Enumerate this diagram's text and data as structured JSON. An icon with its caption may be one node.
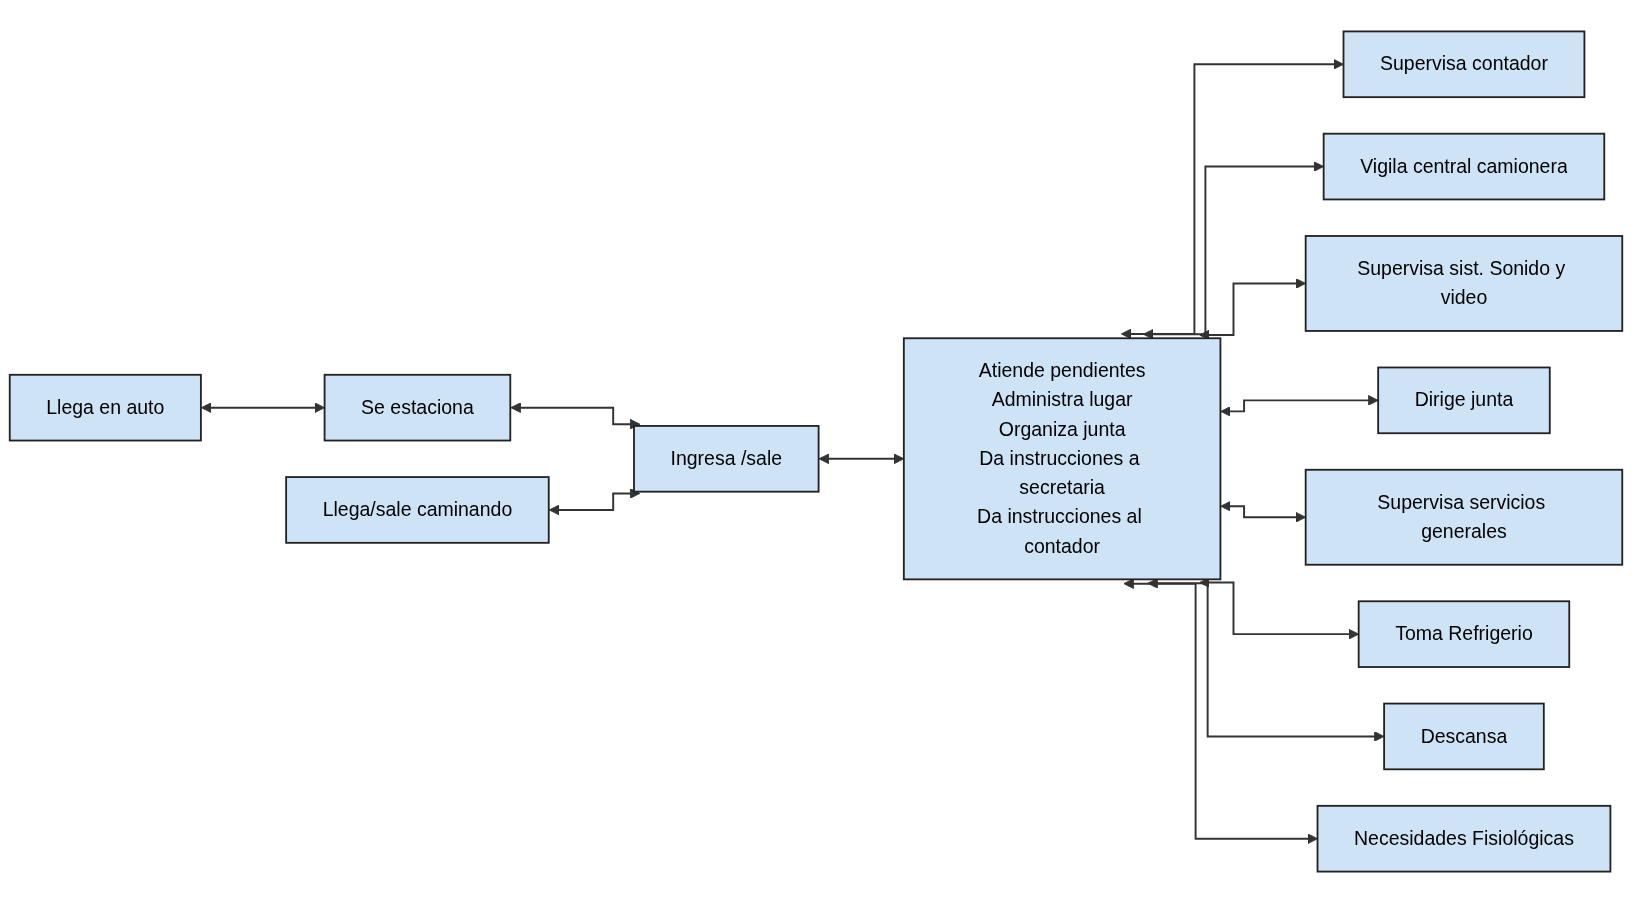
{
  "diagram": {
    "nodes": [
      {
        "text": [
          "Llega en auto"
        ]
      },
      {
        "text": [
          "Se estaciona"
        ]
      },
      {
        "text": [
          "Llega/sale caminando"
        ]
      },
      {
        "text": [
          "Ingresa /sale"
        ]
      },
      {
        "text": [
          "Atiende pendientes",
          "Administra lugar",
          "Organiza junta",
          "Da instrucciones a secretaria",
          "Da instrucciones al contador"
        ]
      },
      {
        "text": [
          "Supervisa contador"
        ]
      },
      {
        "text": [
          "Vigila central camionera"
        ]
      },
      {
        "text": [
          "Supervisa sist. Sonido y video"
        ]
      },
      {
        "text": [
          "Dirige junta"
        ]
      },
      {
        "text": [
          "Supervisa servicios generales"
        ]
      },
      {
        "text": [
          "Toma Refrigerio"
        ]
      },
      {
        "text": [
          "Descansa"
        ]
      },
      {
        "text": [
          "Necesidades Fisiológicas"
        ]
      }
    ],
    "edges": [
      {
        "from": 0,
        "to": 1,
        "arrow": "both"
      },
      {
        "from": 1,
        "to": 3,
        "arrow": "both"
      },
      {
        "from": 2,
        "to": 3,
        "arrow": "both"
      },
      {
        "from": 3,
        "to": 4,
        "arrow": "both"
      },
      {
        "from": 4,
        "to": 5,
        "arrow": "both"
      },
      {
        "from": 4,
        "to": 6,
        "arrow": "both"
      },
      {
        "from": 4,
        "to": 7,
        "arrow": "both"
      },
      {
        "from": 4,
        "to": 8,
        "arrow": "both"
      },
      {
        "from": 4,
        "to": 9,
        "arrow": "both"
      },
      {
        "from": 4,
        "to": 10,
        "arrow": "both"
      },
      {
        "from": 4,
        "to": 11,
        "arrow": "both"
      },
      {
        "from": 4,
        "to": 12,
        "arrow": "both"
      }
    ]
  }
}
